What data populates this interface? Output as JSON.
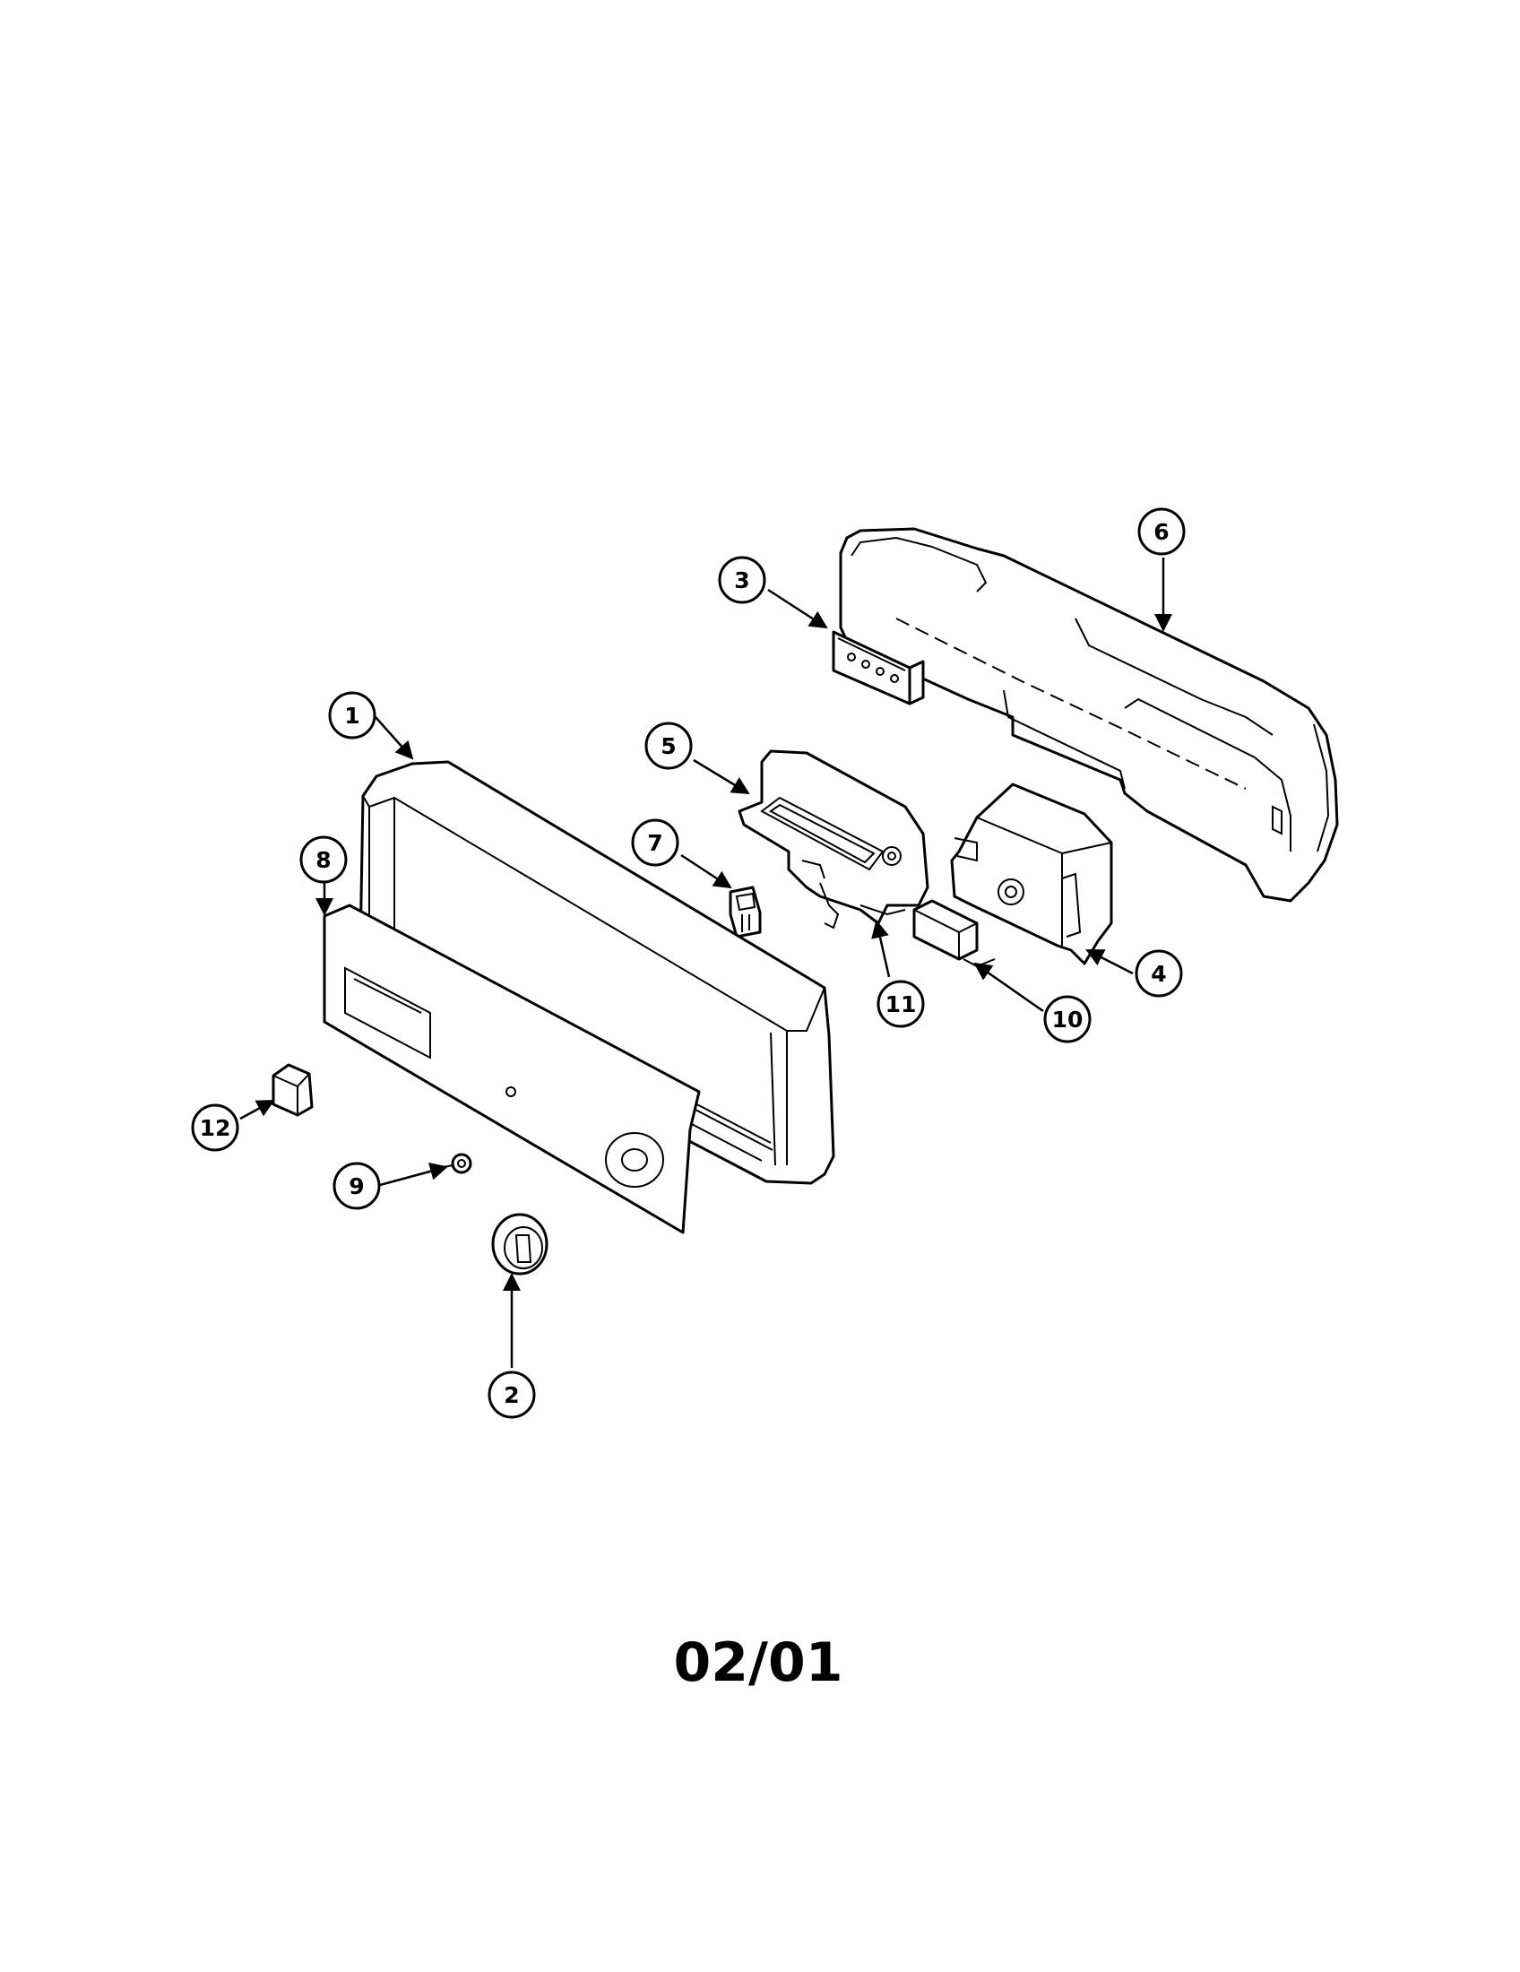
{
  "diagram": {
    "page_code": "02/01",
    "callouts": [
      {
        "label": "1"
      },
      {
        "label": "2"
      },
      {
        "label": "3"
      },
      {
        "label": "4"
      },
      {
        "label": "5"
      },
      {
        "label": "6"
      },
      {
        "label": "7"
      },
      {
        "label": "8"
      },
      {
        "label": "9"
      },
      {
        "label": "10"
      },
      {
        "label": "11"
      },
      {
        "label": "12"
      }
    ]
  }
}
